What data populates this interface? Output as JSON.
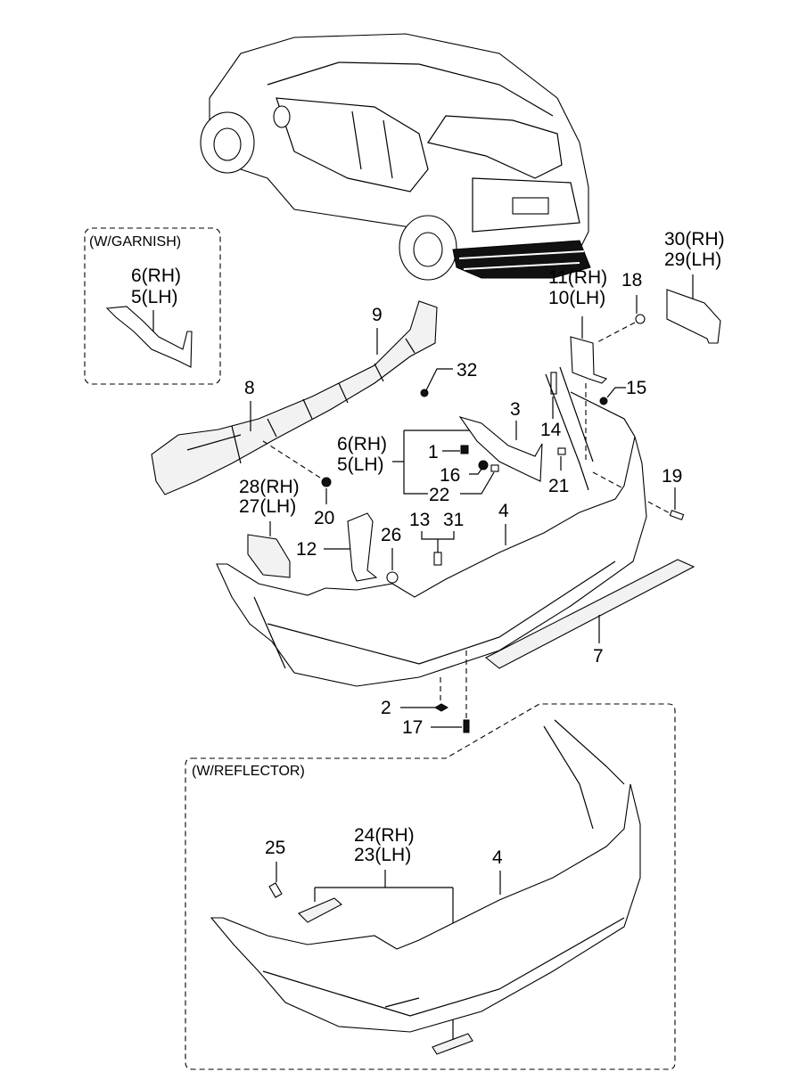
{
  "title": "Rear Bumper Assembly Exploded View",
  "groups": {
    "garnish": "(W/GARNISH)",
    "reflector": "(W/REFLECTOR)"
  },
  "callouts": {
    "garnish_rh": "6(RH)",
    "garnish_lh": "5(LH)",
    "p9": "9",
    "p8": "8",
    "p32": "32",
    "p3": "3",
    "bracket_rh": "6(RH)",
    "bracket_lh": "5(LH)",
    "p1": "1",
    "p16": "16",
    "p22": "22",
    "p14": "14",
    "p21": "21",
    "p15": "15",
    "p19": "19",
    "p18": "18",
    "p11_rh": "11(RH)",
    "p10_lh": "10(LH)",
    "p30_rh": "30(RH)",
    "p29_lh": "29(LH)",
    "p20": "20",
    "p28_rh": "28(RH)",
    "p27_lh": "27(LH)",
    "p12": "12",
    "p26": "26",
    "p13": "13",
    "p31": "31",
    "p4": "4",
    "p7": "7",
    "p2": "2",
    "p17": "17",
    "p25": "25",
    "p24_rh": "24(RH)",
    "p23_lh": "23(LH)",
    "p4b": "4"
  }
}
